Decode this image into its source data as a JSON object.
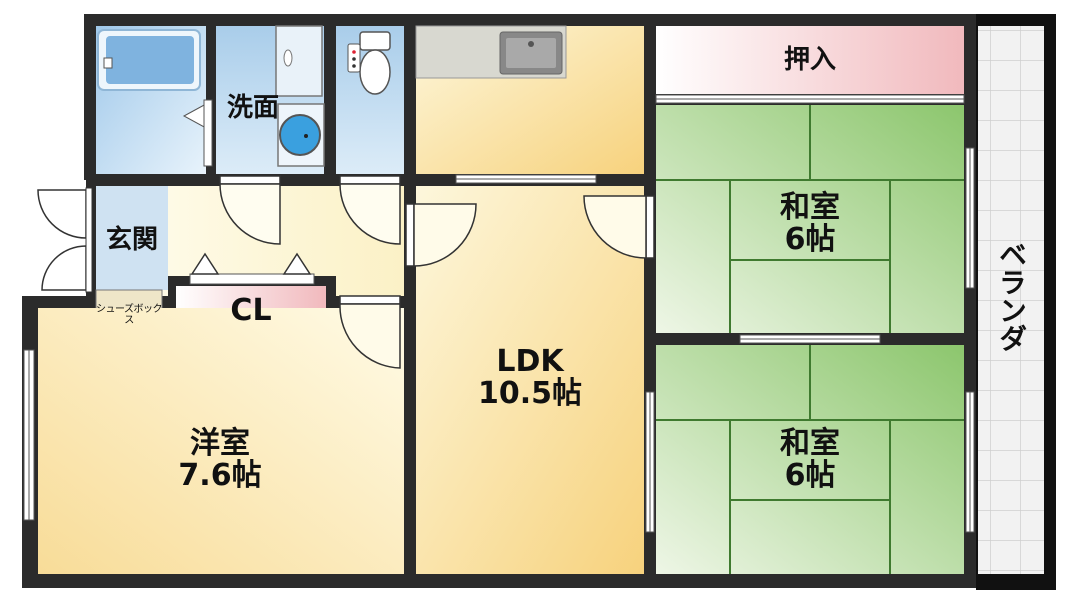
{
  "plan": {
    "rooms": {
      "washroom": {
        "label": "洗面"
      },
      "storage": {
        "label": "押入"
      },
      "washitsu_top": {
        "label": "和室\n6帖"
      },
      "washitsu_bottom": {
        "label": "和室\n6帖"
      },
      "entrance": {
        "label": "玄関"
      },
      "closet": {
        "label": "CL"
      },
      "shoe_box": {
        "label": "シューズボックス"
      },
      "ldk": {
        "label": "LDK\n10.5帖"
      },
      "western": {
        "label": "洋室\n7.6帖"
      },
      "veranda": {
        "label": "ベランダ"
      }
    },
    "colors": {
      "wall": "#2b2b2b",
      "bath_blue": "#bcd9f2",
      "floor_cream": "#fbf3cf",
      "floor_orange": "#f8d98a",
      "tatami_green": "#a9d38f",
      "pink": "#f6d3d6",
      "veranda_grey": "#e9e9e9"
    }
  }
}
